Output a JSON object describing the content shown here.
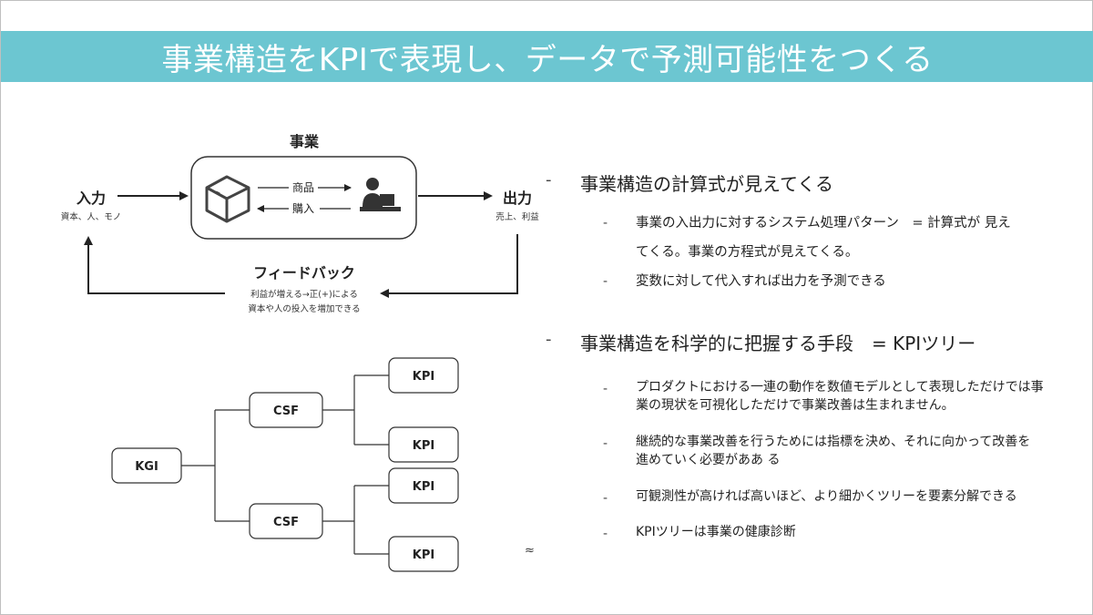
{
  "title": "事業構造をKPIで表現し、データで予測可能性をつくる",
  "business_diagram": {
    "business_label": "事業",
    "input_label": "入力",
    "input_sub": "資本、人、モノ",
    "output_label": "出力",
    "output_sub": "売上、利益",
    "product_label": "商品",
    "purchase_label": "購入",
    "feedback_label": "フィードバック",
    "feedback_sub1": "利益が増える→正(+)による",
    "feedback_sub2": "資本や人の投入を増加できる"
  },
  "kpi_tree": {
    "root": "KGI",
    "csf": [
      "CSF",
      "CSF"
    ],
    "kpi": [
      "KPI",
      "KPI",
      "KPI",
      "KPI"
    ]
  },
  "bullets": {
    "dash": "-",
    "sub_dash": "-",
    "section1": {
      "heading": "事業構造の計算式が見えてくる",
      "items": [
        "事業の入出力に対するシステム処理パターン　= 計算式が 見え",
        "てくる。事業の方程式が見えてくる。",
        "変数に対して代入すれば出力を予測できる"
      ]
    },
    "section2": {
      "heading": "事業構造を科学的に把握する手段　= KPIツリー",
      "items": [
        "プロダクトにおける一連の動作を数値モデルとして表現しただけでは事",
        "業の現状を可視化しただけで事業改善は生まれません。",
        "継続的な事業改善を行うためには指標を決め、それに向かって改善を",
        "進めていく必要がああ る",
        "可観測性が高ければ高いほど、より細かくツリーを要素分解できる",
        "KPIツリーは事業の健康診断"
      ]
    }
  },
  "approx_symbol": "≈"
}
